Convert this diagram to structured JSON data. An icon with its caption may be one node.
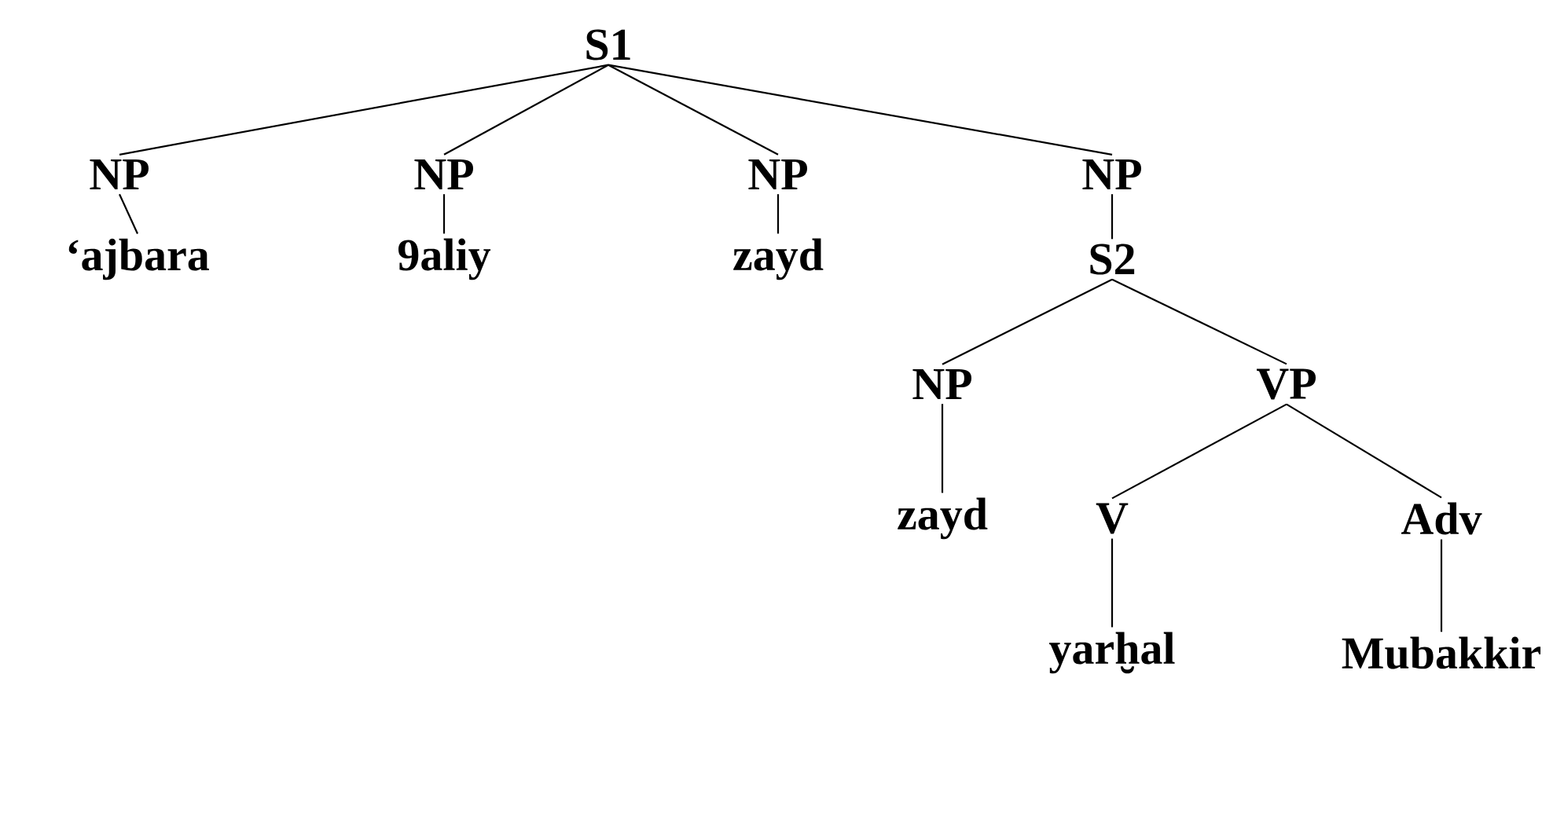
{
  "diagram": {
    "nodes": [
      {
        "text": [
          "S1"
        ]
      },
      {
        "text": [
          "NP"
        ]
      },
      {
        "text": [
          "NP"
        ]
      },
      {
        "text": [
          "NP"
        ]
      },
      {
        "text": [
          "NP"
        ]
      },
      {
        "text": [
          "‘ajbara"
        ]
      },
      {
        "text": [
          "9aliy"
        ]
      },
      {
        "text": [
          "zayd"
        ]
      },
      {
        "text": [
          "S2"
        ]
      },
      {
        "text": [
          "NP"
        ]
      },
      {
        "text": [
          "VP"
        ]
      },
      {
        "text": [
          "zayd"
        ]
      },
      {
        "text": [
          "V"
        ]
      },
      {
        "text": [
          "Adv"
        ]
      },
      {
        "text": [
          "yarḫal"
        ]
      },
      {
        "text": [
          "Mubakkir"
        ]
      }
    ],
    "edges": [
      {
        "from": 0,
        "to": 1,
        "arrow": "none"
      },
      {
        "from": 0,
        "to": 2,
        "arrow": "none"
      },
      {
        "from": 0,
        "to": 3,
        "arrow": "none"
      },
      {
        "from": 0,
        "to": 4,
        "arrow": "none"
      },
      {
        "from": 1,
        "to": 5,
        "arrow": "none"
      },
      {
        "from": 2,
        "to": 6,
        "arrow": "none"
      },
      {
        "from": 3,
        "to": 7,
        "arrow": "none"
      },
      {
        "from": 4,
        "to": 8,
        "arrow": "none"
      },
      {
        "from": 8,
        "to": 9,
        "arrow": "none"
      },
      {
        "from": 8,
        "to": 10,
        "arrow": "none"
      },
      {
        "from": 9,
        "to": 11,
        "arrow": "none"
      },
      {
        "from": 10,
        "to": 12,
        "arrow": "none"
      },
      {
        "from": 10,
        "to": 13,
        "arrow": "none"
      },
      {
        "from": 12,
        "to": 14,
        "arrow": "none"
      },
      {
        "from": 13,
        "to": 15,
        "arrow": "none"
      }
    ]
  }
}
